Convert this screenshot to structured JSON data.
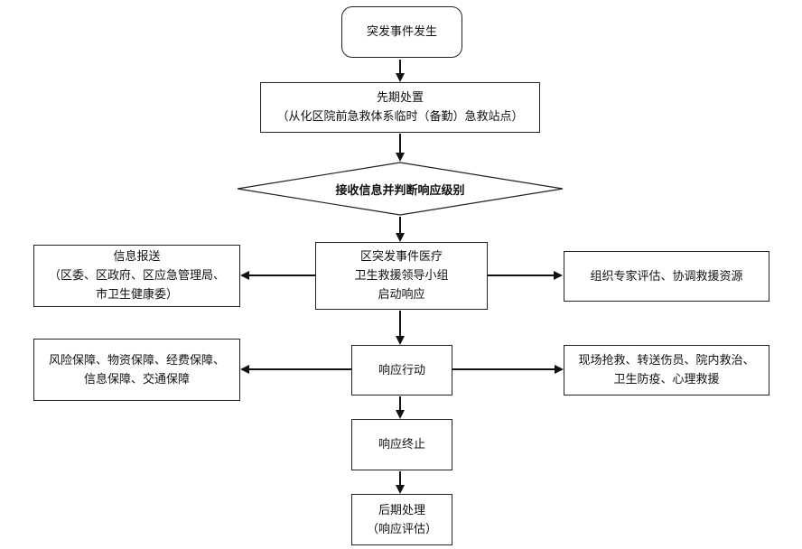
{
  "nodes": {
    "start": "突发事件发生",
    "early_title": "先期处置",
    "early_detail": "（从化区院前急救体系临时（备勤）急救站点）",
    "decision": "接收信息并判断响应级别",
    "leader_line1": "区突发事件医疗",
    "leader_line2": "卫生救援领导小组",
    "leader_line3": "启动响应",
    "report_title": "信息报送",
    "report_line1": "（区委、区政府、区应急管理局、",
    "report_line2": "市卫生健康委）",
    "expert": "组织专家评估、协调救援资源",
    "action": "响应行动",
    "guarantee_line1": "风险保障、物资保障、经费保障、",
    "guarantee_line2": "信息保障、交通保障",
    "rescue_line1": "现场抢救、转送伤员、院内救治、",
    "rescue_line2": "卫生防疫、心理救援",
    "terminate": "响应终止",
    "post_line1": "后期处理",
    "post_line2": "（响应评估）"
  }
}
